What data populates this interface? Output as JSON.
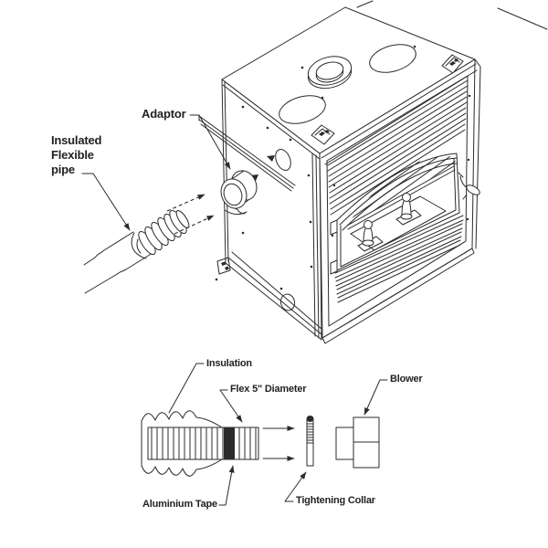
{
  "figure": {
    "background_color": "#ffffff",
    "line_color": "#2b2b2b"
  },
  "main_view": {
    "labels": {
      "adaptor": "Adaptor",
      "insulated_line1": "Insulated",
      "insulated_line2": "Flexible",
      "insulated_line3": "pipe"
    }
  },
  "detail_view": {
    "labels": {
      "insulation": "Insulation",
      "flex_diameter": "Flex 5\" Diameter",
      "aluminium_tape": "Aluminium Tape",
      "tightening_collar": "Tightening Collar",
      "blower": "Blower"
    }
  }
}
